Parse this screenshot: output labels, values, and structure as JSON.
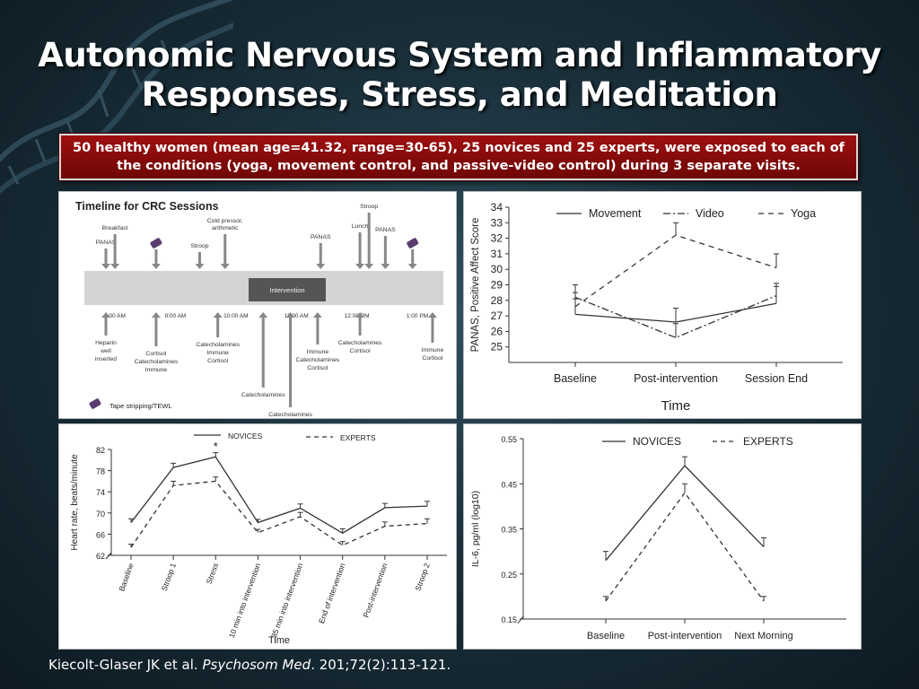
{
  "title": "Autonomic Nervous System and Inflammatory Responses, Stress, and Meditation",
  "banner": "50 healthy women (mean age=41.32, range=30-65), 25 novices and 25 experts, were exposed to each of the conditions (yoga, movement control, and passive-video control) during 3 separate visits.",
  "citation": {
    "authors": "Kiecolt-Glaser JK et al.",
    "journal": "Psychosom Med",
    "details": ". 201;72(2):113-121."
  },
  "colors": {
    "banner": "#8b0a0a",
    "line": "#333333"
  },
  "chart_data": [
    {
      "type": "diagram",
      "title": "Timeline for CRC Sessions",
      "time_ticks": [
        "8:00 AM",
        "9:00 AM",
        "10:00 AM",
        "11:00 AM",
        "12:00 PM",
        "1:00 PM"
      ],
      "intervention_label": "Intervention",
      "above": [
        {
          "label": "PANAS",
          "t": 8.0
        },
        {
          "label": "Breakfast",
          "t": 8.15
        },
        {
          "label": "tape-icon",
          "t": 8.83,
          "icon": true
        },
        {
          "label": "Stroop",
          "t": 9.55
        },
        {
          "label": "Cold pressor, arithmetic",
          "t": 9.97
        },
        {
          "label": "PANAS",
          "t": 11.55
        },
        {
          "label": "Stroop",
          "t": 12.35
        },
        {
          "label": "Lunch",
          "t": 12.2
        },
        {
          "label": "PANAS",
          "t": 12.62
        },
        {
          "label": "tape-icon",
          "t": 13.07,
          "icon": true
        }
      ],
      "below": [
        {
          "label": "Heparin well inserted",
          "t": 8.0
        },
        {
          "label": "Cortisol Catecholamines Immune",
          "t": 8.83
        },
        {
          "label": "Catecholamines Immune Cortisol",
          "t": 9.85
        },
        {
          "label": "Catecholamines",
          "t": 10.6
        },
        {
          "label": "Catecholamines Cortisol",
          "t": 11.05
        },
        {
          "label": "Immune Catecholamines Cortisol",
          "t": 11.5
        },
        {
          "label": "Catecholamines Cortisol",
          "t": 12.2
        },
        {
          "label": "Immune Cortisol",
          "t": 13.4
        }
      ],
      "legend": "Tape stripping/TEWL"
    },
    {
      "type": "line",
      "categories": [
        "Baseline",
        "Post-intervention",
        "Session End"
      ],
      "xlabel": "Time",
      "ylabel": "PANAS, Positive Affect Score",
      "ylim": [
        24,
        34
      ],
      "yticks": [
        25,
        26,
        27,
        28,
        29,
        30,
        31,
        32,
        33,
        34
      ],
      "series": [
        {
          "name": "Movement",
          "values": [
            27.1,
            26.6,
            27.8
          ],
          "err": [
            1.0,
            0.9,
            1.1
          ],
          "dash": ""
        },
        {
          "name": "Video",
          "values": [
            28.2,
            25.6,
            28.3
          ],
          "err": [
            0.8,
            0.9,
            0.8
          ],
          "dash": "8,3,2,3"
        },
        {
          "name": "Yoga",
          "values": [
            27.6,
            32.2,
            30.1
          ],
          "err": [
            0.9,
            0.8,
            0.9
          ],
          "dash": "6,5"
        }
      ]
    },
    {
      "type": "line",
      "categories": [
        "Baseline",
        "Stroop 1",
        "Stress",
        "10 min into intervention",
        "35 min into intervention",
        "End of intervention",
        "Post-intervention",
        "Stroop 2"
      ],
      "xlabel": "Time",
      "ylabel": "Heart rate, beats/minute",
      "ylim": [
        62,
        82
      ],
      "yticks": [
        62,
        66,
        70,
        74,
        78,
        82
      ],
      "annotation": "*",
      "series": [
        {
          "name": "NOVICES",
          "values": [
            68.2,
            78.6,
            80.6,
            68.2,
            70.9,
            66.2,
            71.0,
            71.3
          ],
          "err": [
            0.7,
            0.8,
            0.8,
            0.6,
            0.8,
            0.8,
            0.8,
            0.9
          ],
          "dash": ""
        },
        {
          "name": "EXPERTS",
          "values": [
            63.5,
            75.2,
            76.0,
            66.3,
            69.3,
            63.9,
            67.5,
            68.0
          ],
          "err": [
            0.6,
            0.8,
            0.8,
            0.6,
            0.8,
            0.7,
            0.8,
            0.9
          ],
          "dash": "5,4"
        }
      ]
    },
    {
      "type": "line",
      "categories": [
        "Baseline",
        "Post-intervention",
        "Next Morning"
      ],
      "xlabel": "",
      "ylabel": "IL-6, pg/ml (log10)",
      "ylim": [
        0.15,
        0.55
      ],
      "yticks": [
        0.15,
        0.25,
        0.35,
        0.45,
        0.55
      ],
      "series": [
        {
          "name": "NOVICES",
          "values": [
            0.28,
            0.49,
            0.31
          ],
          "err": [
            0.02,
            0.02,
            0.02
          ],
          "dash": ""
        },
        {
          "name": "EXPERTS",
          "values": [
            0.19,
            0.43,
            0.19
          ],
          "err": [
            0.01,
            0.02,
            0.01
          ],
          "dash": "5,4"
        }
      ]
    }
  ]
}
